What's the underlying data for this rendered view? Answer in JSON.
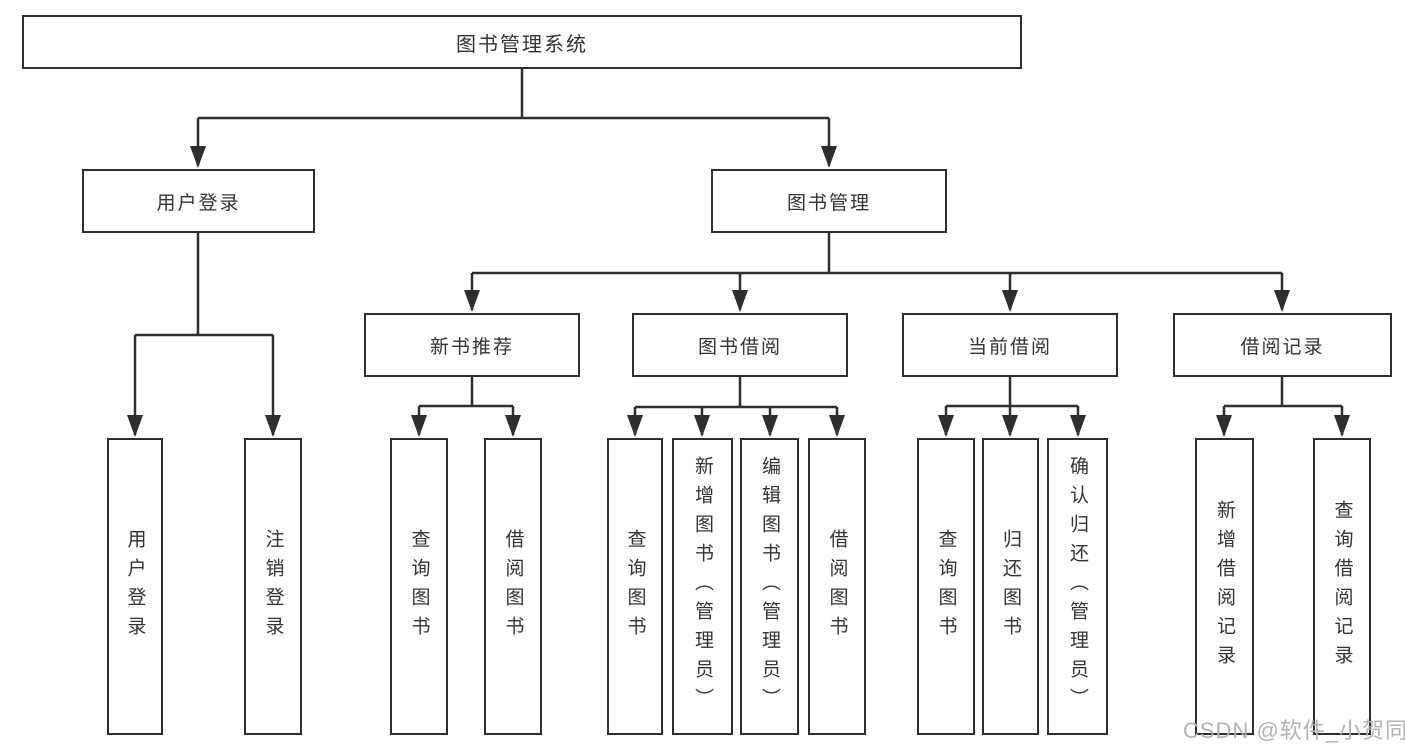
{
  "diagram": {
    "root": {
      "label": "图书管理系统"
    },
    "branches": [
      {
        "label": "用户登录",
        "children": [
          {
            "label": "用户登录"
          },
          {
            "label": "注销登录"
          }
        ]
      },
      {
        "label": "图书管理",
        "children": [
          {
            "label": "新书推荐",
            "children": [
              {
                "label": "查询图书"
              },
              {
                "label": "借阅图书"
              }
            ]
          },
          {
            "label": "图书借阅",
            "children": [
              {
                "label": "查询图书"
              },
              {
                "label": "新增图书（管理员）"
              },
              {
                "label": "编辑图书（管理员）"
              },
              {
                "label": "借阅图书"
              }
            ]
          },
          {
            "label": "当前借阅",
            "children": [
              {
                "label": "查询图书"
              },
              {
                "label": "归还图书"
              },
              {
                "label": "确认归还（管理员）"
              }
            ]
          },
          {
            "label": "借阅记录",
            "children": [
              {
                "label": "新增借阅记录"
              },
              {
                "label": "查询借阅记录"
              }
            ]
          }
        ]
      }
    ]
  },
  "watermark": {
    "text": "CSDN @软件_小贺同学"
  },
  "colors": {
    "line": "#2e2e2e",
    "box_border": "#2e2e2e",
    "text": "#333333",
    "background": "#ffffff",
    "watermark": "#b3b3b3"
  }
}
